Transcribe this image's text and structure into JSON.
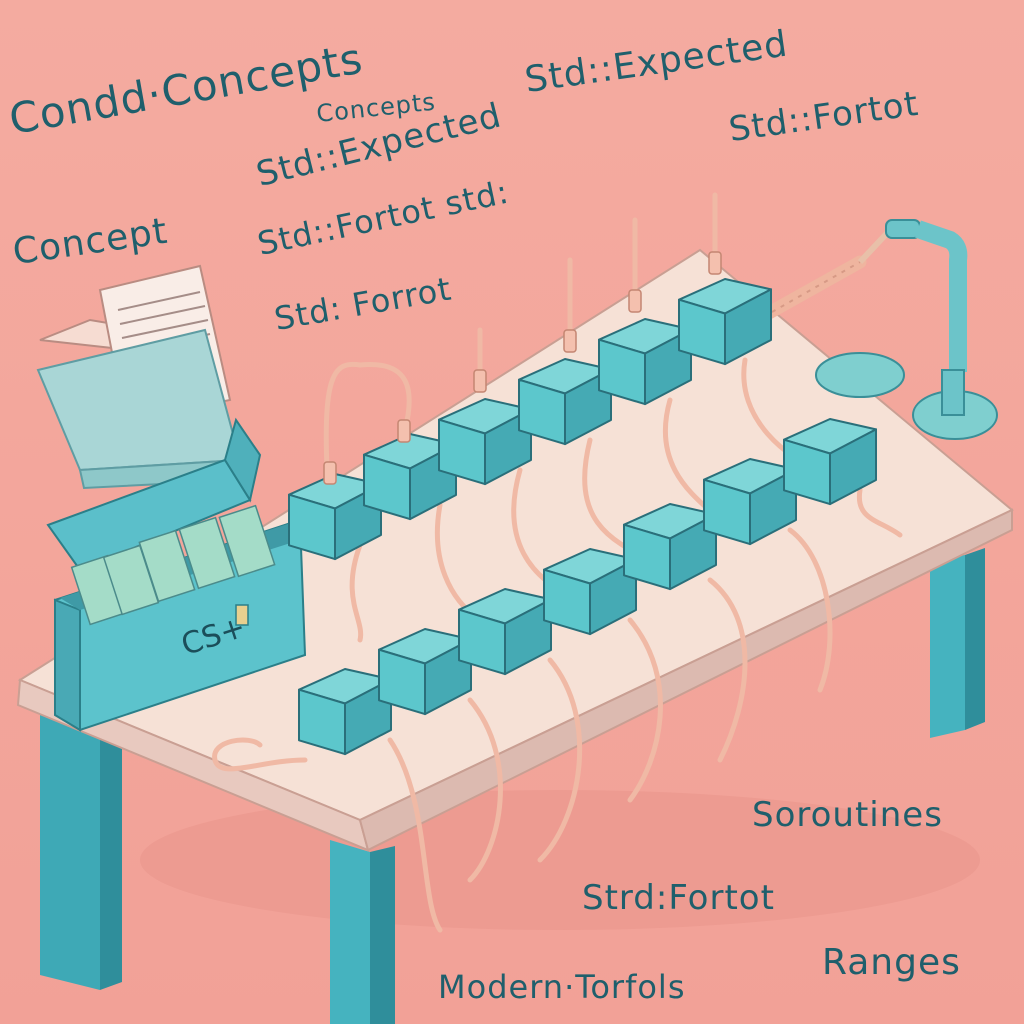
{
  "labels": {
    "l1": "Condd·Concepts",
    "l2": "Concepts",
    "l3": "Std::Expected",
    "l4": "Std::Expected",
    "l5": "Std::Fortot",
    "l6": "Concept",
    "l7": "Std::Fortot std:",
    "l8": "Std: Forrot",
    "l9": "Soroutines",
    "l10": "Strd:Fortot",
    "l11": "Modern·Torfols",
    "l12": "Ranges"
  },
  "toolbox": {
    "label": "CS+"
  },
  "colors": {
    "background": "#f3a79c",
    "table_top": "#f5ddd2",
    "table_leg": "#48b7c3",
    "module": "#5cc7cc",
    "cable": "#f0bba7",
    "text": "#1f5f6c"
  },
  "modules": {
    "back_row_count": 6,
    "front_row_count": 7
  }
}
